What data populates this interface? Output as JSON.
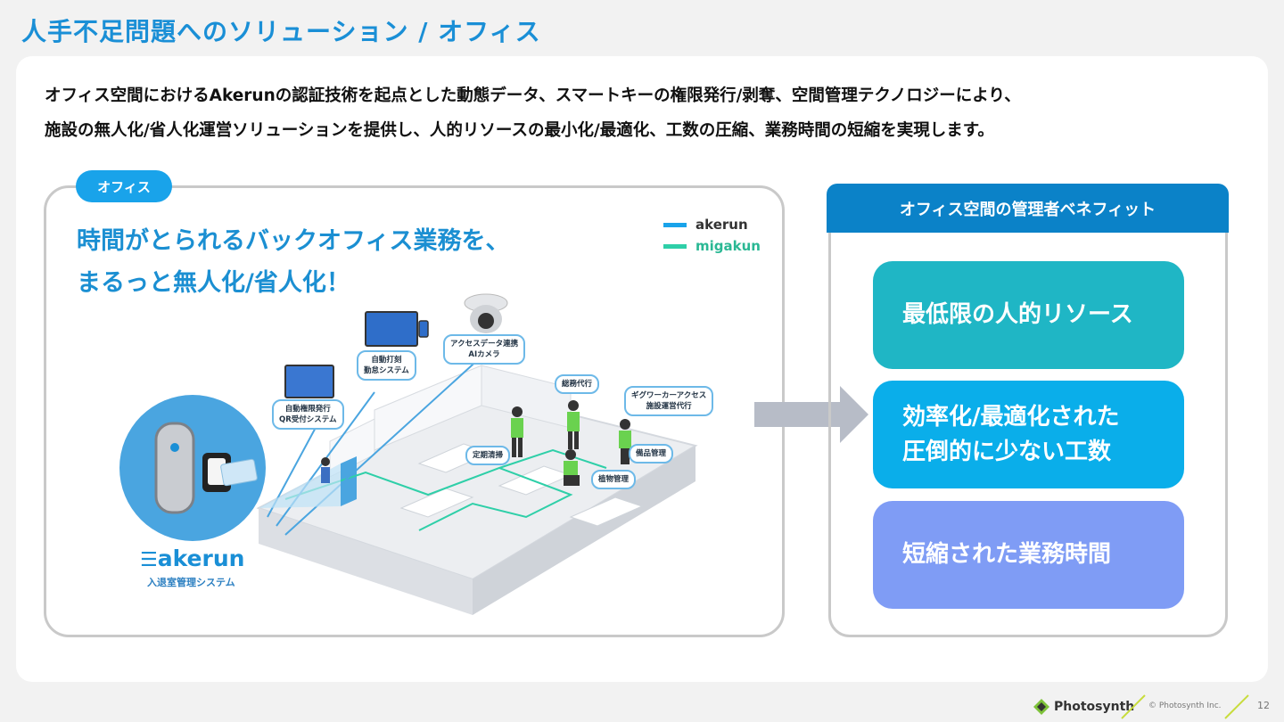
{
  "slide": {
    "title": "人手不足問題へのソリューション / オフィス",
    "intro_line1": "オフィス空間におけるAkerunの認証技術を起点とした動態データ、スマートキーの権限発行/剥奪、空間管理テクノロジーにより、",
    "intro_line2": "施設の無人化/省人化運営ソリューションを提供し、人的リソースの最小化/最適化、工数の圧縮、業務時間の短縮を実現します。"
  },
  "office": {
    "tag": "オフィス",
    "headline_line1": "時間がとられるバックオフィス業務を、",
    "headline_line2": "まるっと無人化/省人化！",
    "legend": [
      {
        "label": "akerun",
        "color": "#19a3ea"
      },
      {
        "label": "migakun",
        "color": "#2ecfa8"
      }
    ],
    "callouts": {
      "qr": [
        "自動権限発行",
        "QR受付システム"
      ],
      "attendance": [
        "自動打刻",
        "勤怠システム"
      ],
      "camera": [
        "アクセスデータ連携",
        "AIカメラ"
      ],
      "general_affairs": "総務代行",
      "gig": [
        "ギグワーカーアクセス",
        "施設運営代行"
      ],
      "cleaning": "定期清掃",
      "supplies": "備品管理",
      "plants": "植物管理"
    },
    "akerun_logo": "akerun",
    "akerun_sub": "入退室管理システム"
  },
  "benefits": {
    "header": "オフィス空間の管理者ベネフィット",
    "items": [
      {
        "line1": "最低限の人的リソース",
        "line2": "",
        "color": "#1fb6c5"
      },
      {
        "line1": "効率化/最適化された",
        "line2": "圧倒的に少ない工数",
        "color": "#0aaeea"
      },
      {
        "line1": "短縮された業務時間",
        "line2": "",
        "color": "#7f9cf5"
      }
    ]
  },
  "footer": {
    "brand": "Photosynth",
    "copyright": "© Photosynth Inc.",
    "page": "12"
  }
}
